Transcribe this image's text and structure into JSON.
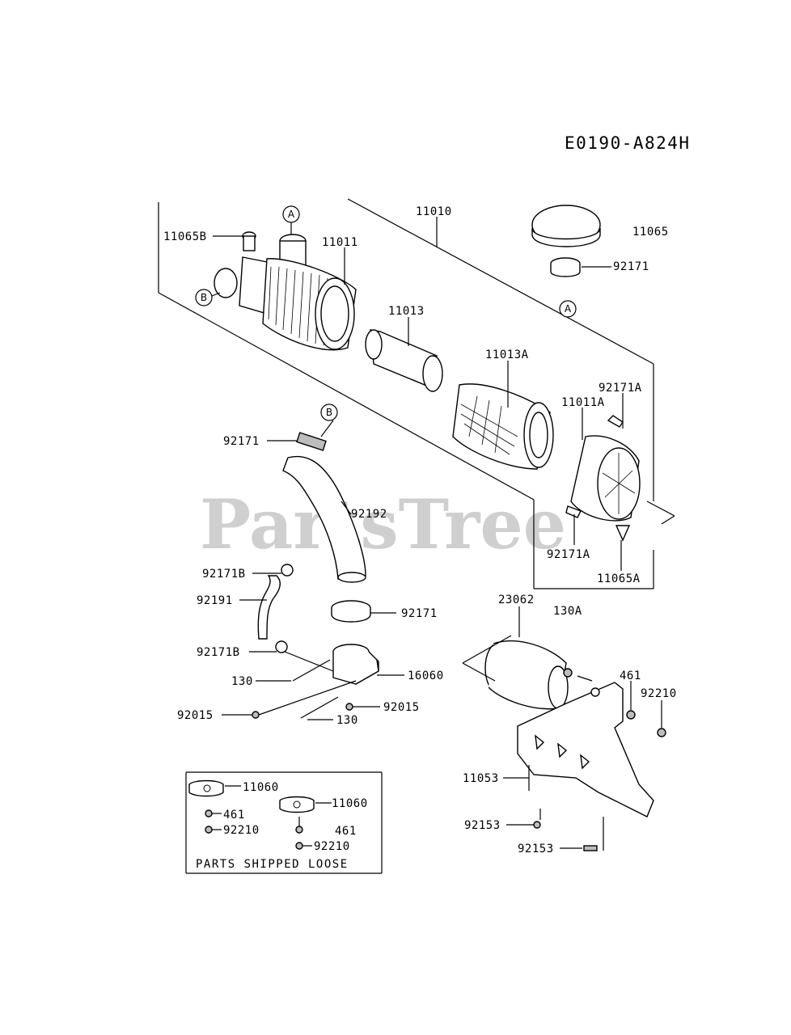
{
  "diagram_code": "E0190-A824H",
  "watermark": "PartsTree",
  "ref_marks": {
    "a": "A",
    "b": "B"
  },
  "note": "PARTS SHIPPED LOOSE",
  "labels": {
    "p11065B": "11065B",
    "p11011": "11011",
    "p11010": "11010",
    "p11065": "11065",
    "p92171_top": "92171",
    "p11013": "11013",
    "p11013A": "11013A",
    "p92171A_top": "92171A",
    "p11011A": "11011A",
    "p92171_b": "92171",
    "p92192": "92192",
    "p92171A_bottom": "92171A",
    "p11065A": "11065A",
    "p92171B_top": "92171B",
    "p92191": "92191",
    "p92171_clamp": "92171",
    "p92171B_bottom": "92171B",
    "p130_left": "130",
    "p16060": "16060",
    "p92015_left": "92015",
    "p92015_right": "92015",
    "p130_bottom": "130",
    "p23062": "23062",
    "p130A": "130A",
    "p461_right": "461",
    "p92210_right": "92210",
    "p11053": "11053",
    "p92153_a": "92153",
    "p92153_b": "92153",
    "p11060_a": "11060",
    "p461_box_a": "461",
    "p11060_b": "11060",
    "p92210_box_a": "92210",
    "p461_box_b": "461",
    "p92210_box_b": "92210"
  }
}
